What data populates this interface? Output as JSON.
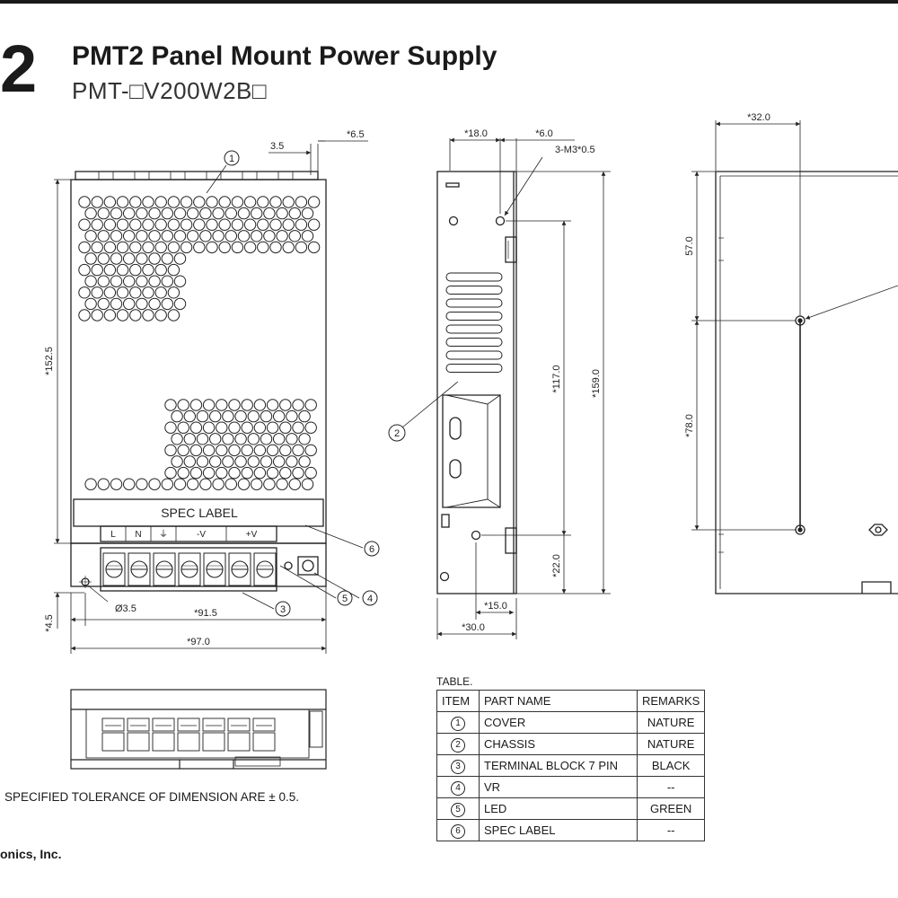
{
  "header": {
    "number": "2",
    "title": "PMT2 Panel Mount Power Supply",
    "model": "PMT-□V200W2B□"
  },
  "front_view": {
    "spec_label": "SPEC LABEL",
    "terminals": [
      "L",
      "N",
      "⏚",
      "-V",
      "+V"
    ],
    "dims": {
      "height": "*152.5",
      "width_overall": "*97.0",
      "hole_span": "*91.5",
      "bottom_offset": "*4.5",
      "hole_dia": "Ø3.5",
      "top_left": "3.5",
      "top_right": "*6.5"
    },
    "callouts": [
      "1",
      "3",
      "4",
      "5",
      "6"
    ]
  },
  "side_view": {
    "dims": {
      "top_left": "*18.0",
      "top_right": "*6.0",
      "screw_note": "3-M3*0.5",
      "hole_span": "*117.0",
      "height": "*159.0",
      "bottom_hole": "*22.0",
      "bottom_inner": "*15.0",
      "depth": "*30.0"
    },
    "callout": "2"
  },
  "right_view": {
    "dims": {
      "top": "*32.0",
      "upper": "57.0",
      "lower": "*78.0"
    }
  },
  "table": {
    "title": "TABLE.",
    "headers": [
      "ITEM",
      "PART NAME",
      "REMARKS"
    ],
    "rows": [
      {
        "item": "1",
        "name": "COVER",
        "remarks": "NATURE"
      },
      {
        "item": "2",
        "name": "CHASSIS",
        "remarks": "NATURE"
      },
      {
        "item": "3",
        "name": "TERMINAL BLOCK 7 PIN",
        "remarks": "BLACK"
      },
      {
        "item": "4",
        "name": "VR",
        "remarks": "--"
      },
      {
        "item": "5",
        "name": "LED",
        "remarks": "GREEN"
      },
      {
        "item": "6",
        "name": "SPEC LABEL",
        "remarks": "--"
      }
    ]
  },
  "notes": {
    "tolerance": "SPECIFIED TOLERANCE OF DIMENSION ARE ± 0.5.",
    "company": "onics, Inc."
  }
}
